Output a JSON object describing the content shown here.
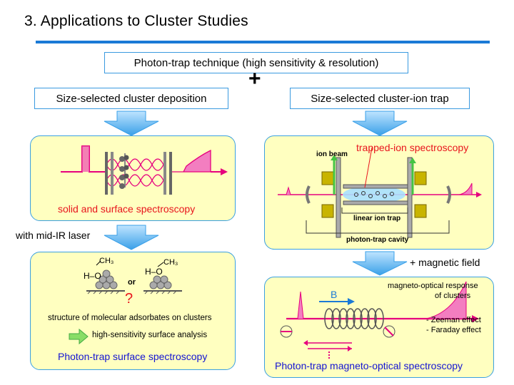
{
  "title": "3. Applications to Cluster Studies",
  "top_box": "Photon-trap technique (high sensitivity & resolution)",
  "plus": "+",
  "left_header": "Size-selected cluster deposition",
  "right_header": "Size-selected cluster-ion trap",
  "deposition_panel": {
    "caption": "solid and surface spectroscopy"
  },
  "mid_ir_label": "with mid-IR laser",
  "adsorbate_panel": {
    "mol_left": "H–O",
    "mol_left_ch3": "CH₃",
    "or_label": "or",
    "mol_right": "H–O",
    "mol_right_ch3": "CH₃",
    "question": "?",
    "structure_text": "structure of molecular adsorbates on clusters",
    "analysis_text": "high-sensitivity surface analysis",
    "caption": "Photon-trap surface spectroscopy"
  },
  "trap_panel": {
    "ion_beam": "ion beam",
    "trapped_ion": "trapped-ion spectroscopy",
    "linear_ion_trap": "linear ion trap",
    "photon_trap_cavity": "photon-trap cavity"
  },
  "magnetic_label": "+ magnetic field",
  "magneto_panel": {
    "b_label": "B",
    "response_line1": "magneto-optical response",
    "response_line2": "of clusters",
    "zeeman": "- Zeeman effect",
    "faraday": "- Faraday effect",
    "caption": "Photon-trap magneto-optical spectroscopy"
  },
  "colors": {
    "accent_blue": "#1a7ad6",
    "panel_fill": "#ffffc0",
    "laser_magenta": "#e6007e",
    "caption_red": "#e8141c",
    "caption_blue": "#1414d2",
    "arrow_green": "#44c444"
  }
}
